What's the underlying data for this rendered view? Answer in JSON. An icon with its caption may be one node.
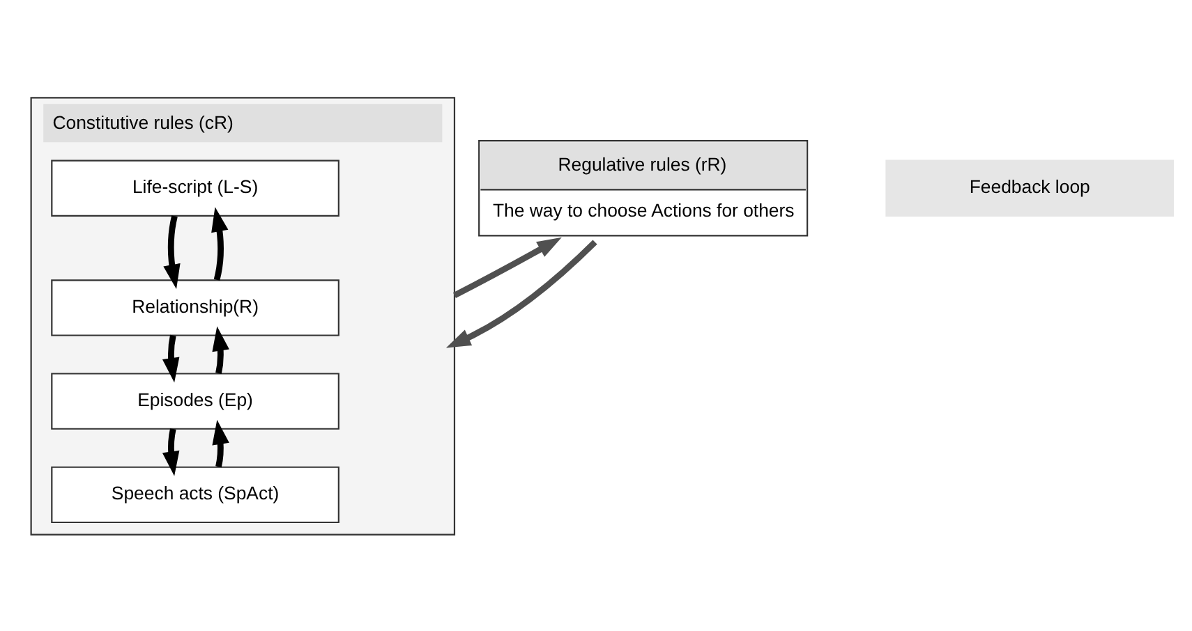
{
  "diagram": {
    "nodes": [
      {
        "text": [
          "Constitutive rules (cR)"
        ]
      },
      {
        "text": [
          "Life-script (L-S)"
        ],
        "in": 0
      },
      {
        "text": [
          "Relationship(R)"
        ],
        "in": 0
      },
      {
        "text": [
          "Episodes (Ep)"
        ],
        "in": 0
      },
      {
        "text": [
          "Speech acts (SpAct)"
        ],
        "in": 0
      },
      {
        "text": [
          "Regulative rules (rR)",
          "The way to choose Actions for others"
        ]
      },
      {
        "text": [
          "Feedback loop"
        ]
      }
    ],
    "edges": [
      {
        "from": 2,
        "to": 1,
        "arrow": "to"
      },
      {
        "from": 1,
        "to": 2,
        "arrow": "to"
      },
      {
        "from": 3,
        "to": 2,
        "arrow": "to"
      },
      {
        "from": 2,
        "to": 3,
        "arrow": "to"
      },
      {
        "from": 4,
        "to": 3,
        "arrow": "to"
      },
      {
        "from": 3,
        "to": 4,
        "arrow": "to"
      },
      {
        "from": 0,
        "to": 5,
        "arrow": "to",
        "color": "#505050"
      },
      {
        "from": 5,
        "to": 0,
        "arrow": "to",
        "color": "#505050"
      }
    ]
  }
}
